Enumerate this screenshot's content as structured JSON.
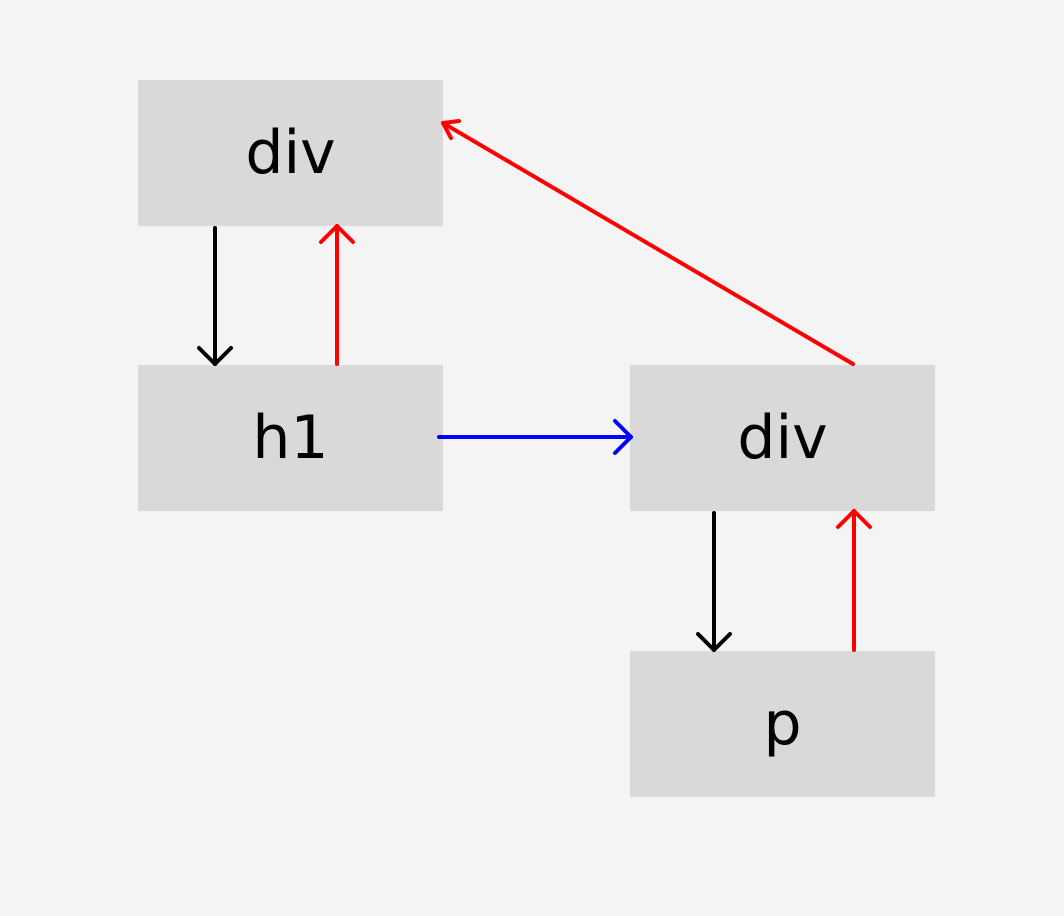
{
  "diagram": {
    "nodes": {
      "root_div": {
        "label": "div"
      },
      "h1": {
        "label": "h1"
      },
      "child_div": {
        "label": "div"
      },
      "p": {
        "label": "p"
      }
    },
    "edges": [
      {
        "from": "root_div",
        "to": "h1",
        "color": "#000000"
      },
      {
        "from": "h1",
        "to": "root_div",
        "color": "#ff0000"
      },
      {
        "from": "h1",
        "to": "child_div",
        "color": "#0000ff"
      },
      {
        "from": "child_div",
        "to": "root_div",
        "color": "#ff0000"
      },
      {
        "from": "child_div",
        "to": "p",
        "color": "#000000"
      },
      {
        "from": "p",
        "to": "child_div",
        "color": "#ff0000"
      }
    ],
    "colors": {
      "background": "#f4f4f4",
      "node_fill": "#d9d9d9",
      "child_edge": "#000000",
      "parent_edge": "#ff0000",
      "sibling_edge": "#0000ff"
    }
  }
}
